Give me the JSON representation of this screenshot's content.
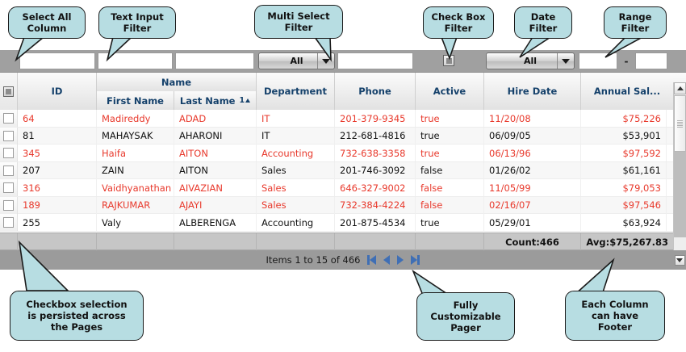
{
  "colors": {
    "callout_fill": "#b7dde2",
    "callout_border": "#1b1b1b",
    "header_text": "#15416b",
    "highlight_row_text": "#e8392c",
    "filter_bar": "#a0a0a0",
    "footer_bar": "#c6c6c6",
    "pager_bar": "#9b9b9b",
    "pager_arrow": "#3f6fb5"
  },
  "callouts": {
    "select_all_column": "Select All\nColumn",
    "text_input_filter": "Text Input\nFilter",
    "multi_select_filter": "Multi Select\nFilter",
    "check_box_filter": "Check Box\nFilter",
    "date_filter": "Date\nFilter",
    "range_filter": "Range\nFilter",
    "checkbox_persist": "Checkbox selection\nis persisted across\nthe Pages",
    "customizable_pager": "Fully\nCustomizable\nPager",
    "column_footer": "Each Column\ncan have\nFooter"
  },
  "filters": {
    "id": {
      "type": "text",
      "value": ""
    },
    "first_name": {
      "type": "text",
      "value": ""
    },
    "last_name": {
      "type": "text",
      "value": ""
    },
    "department": {
      "type": "multiselect",
      "value": "All"
    },
    "phone": {
      "type": "text",
      "value": ""
    },
    "active": {
      "type": "checkbox",
      "state": "indeterminate"
    },
    "hire_date": {
      "type": "select",
      "value": "All"
    },
    "salary_from": {
      "type": "text",
      "value": ""
    },
    "salary_separator": "-",
    "salary_to": {
      "type": "text",
      "value": ""
    }
  },
  "grid": {
    "group_header": "Name",
    "columns": [
      {
        "key": "select",
        "label": ""
      },
      {
        "key": "id",
        "label": "ID"
      },
      {
        "key": "first_name",
        "label": "First Name"
      },
      {
        "key": "last_name",
        "label": "Last Name",
        "sort_index": "1",
        "sort_dir": "asc"
      },
      {
        "key": "department",
        "label": "Department"
      },
      {
        "key": "phone",
        "label": "Phone"
      },
      {
        "key": "active",
        "label": "Active"
      },
      {
        "key": "hire_date",
        "label": "Hire Date"
      },
      {
        "key": "salary",
        "label": "Annual Sal..."
      }
    ],
    "rows": [
      {
        "id": "64",
        "first_name": "Madireddy",
        "last_name": "ADAD",
        "department": "IT",
        "phone": "201-379-9345",
        "active": "true",
        "hire_date": "11/20/08",
        "salary": "$75,226",
        "highlight": true
      },
      {
        "id": "81",
        "first_name": "MAHAYSAK",
        "last_name": "AHARONI",
        "department": "IT",
        "phone": "212-681-4816",
        "active": "true",
        "hire_date": "06/09/05",
        "salary": "$53,901",
        "highlight": false
      },
      {
        "id": "345",
        "first_name": "Haifa",
        "last_name": "AITON",
        "department": "Accounting",
        "phone": "732-638-3358",
        "active": "true",
        "hire_date": "06/13/96",
        "salary": "$97,592",
        "highlight": true
      },
      {
        "id": "207",
        "first_name": "ZAIN",
        "last_name": "AITON",
        "department": "Sales",
        "phone": "201-746-3092",
        "active": "false",
        "hire_date": "01/26/02",
        "salary": "$61,161",
        "highlight": false
      },
      {
        "id": "316",
        "first_name": "Vaidhyanathan",
        "last_name": "AIVAZIAN",
        "department": "Sales",
        "phone": "646-327-9002",
        "active": "false",
        "hire_date": "11/05/99",
        "salary": "$79,053",
        "highlight": true
      },
      {
        "id": "189",
        "first_name": "RAJKUMAR",
        "last_name": "AJAYI",
        "department": "Sales",
        "phone": "732-384-4224",
        "active": "false",
        "hire_date": "02/16/07",
        "salary": "$97,546",
        "highlight": true
      },
      {
        "id": "255",
        "first_name": "Valy",
        "last_name": "ALBERENGA",
        "department": "Accounting",
        "phone": "201-875-4534",
        "active": "true",
        "hire_date": "05/29/01",
        "salary": "$63,924",
        "highlight": false
      }
    ],
    "footer": {
      "hire_date": "Count:466",
      "salary": "Avg:$75,267.83"
    }
  },
  "pager": {
    "status": "Items 1 to 15 of 466",
    "first_label": "first-page",
    "prev_label": "previous-page",
    "next_label": "next-page",
    "last_label": "last-page"
  }
}
